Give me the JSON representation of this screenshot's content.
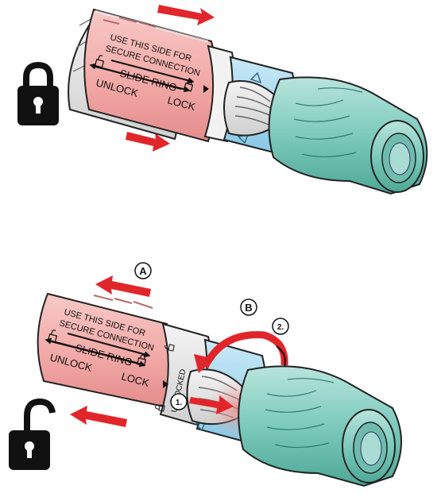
{
  "colors": {
    "ring": "#f2a9a7",
    "ring_dark": "#d9797a",
    "arrow": "#e1262b",
    "blue": "#9fd5ee",
    "teal": "#79c6b8",
    "teal_dark": "#4aa795",
    "lock": "#111111"
  },
  "top": {
    "secure_line1": "USE THIS SIDE FOR",
    "secure_line2": "SECURE CONNECTION",
    "slide_ring": "SLIDE RING",
    "unlock": "UNLOCK",
    "lock": "LOCK",
    "lock_state": "locked",
    "icon": "closed-padlock-icon"
  },
  "bottom": {
    "secure_line1": "USE THIS SIDE FOR",
    "secure_line2": "SECURE CONNECTION",
    "slide_ring": "SLIDE RING",
    "unlock": "UNLOCK",
    "lock": "LOCK",
    "unlocked_text": "UNLOCKED",
    "step_a": "A",
    "step_b": "B",
    "step_1": "1.",
    "step_2": "2.",
    "lock_state": "unlocked",
    "icon": "open-padlock-icon"
  }
}
